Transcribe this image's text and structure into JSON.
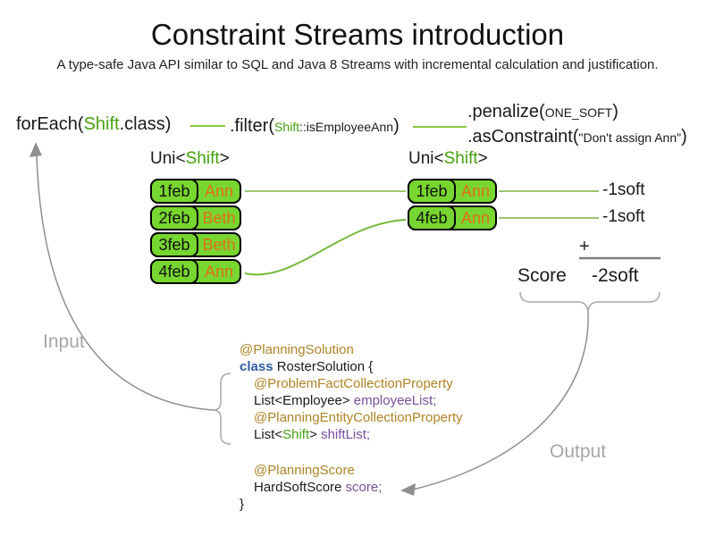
{
  "title": "Constraint Streams introduction",
  "subtitle": "A type-safe Java API similar to SQL and Java 8 Streams with incremental calculation and justification.",
  "pipeline": {
    "forEach": {
      "pre": "forEach(",
      "type": "Shift",
      "post": ".class)"
    },
    "filter": {
      "pre": ".filter(",
      "type": "Shift",
      "method": "::isEmployeeAnn",
      "post": ")"
    },
    "penalize": {
      "pre": ".penalize(",
      "arg": "ONE_SOFT",
      "post": ")"
    },
    "asConstraint": {
      "pre": ".asConstraint(",
      "arg": "\"Don't assign Ann\"",
      "post": ")"
    }
  },
  "streams": {
    "left_label": {
      "pre": "Uni<",
      "type": "Shift",
      "post": ">"
    },
    "right_label": {
      "pre": "Uni<",
      "type": "Shift",
      "post": ">"
    },
    "left_rows": [
      {
        "date": "1feb",
        "name": "Ann"
      },
      {
        "date": "2feb",
        "name": "Beth"
      },
      {
        "date": "3feb",
        "name": "Beth"
      },
      {
        "date": "4feb",
        "name": "Ann"
      }
    ],
    "right_rows": [
      {
        "date": "1feb",
        "name": "Ann"
      },
      {
        "date": "4feb",
        "name": "Ann"
      }
    ],
    "penalties": [
      "-1soft",
      "-1soft"
    ]
  },
  "score_summary": {
    "plus": "+",
    "label": "Score",
    "value": "-2soft"
  },
  "flow": {
    "input": "Input",
    "output": "Output"
  },
  "code": {
    "planning_solution": "@PlanningSolution",
    "class_kw": "class",
    "class_rest": " RosterSolution {",
    "problem_fact_annotation": "@ProblemFactCollectionProperty",
    "employee_list_pre": "List<Employee> ",
    "employee_list_field": "employeeList;",
    "planning_entity_annotation": "@PlanningEntityCollectionProperty",
    "shift_list_pre": "List<",
    "shift_list_type": "Shift",
    "shift_list_mid": "> ",
    "shift_list_field": "shiftList;",
    "planning_score_annotation": "@PlanningScore",
    "score_pre": "HardSoftScore ",
    "score_field": "score;",
    "closing_brace": "}"
  },
  "colors": {
    "box_green": "#77d62f",
    "type_green": "#46a010",
    "employee_orange": "#e0701a",
    "annotation_brown": "#af8324",
    "field_purple": "#7a4fa0",
    "keyword_blue": "#2e5fa3",
    "connector_green": "#8cc63f",
    "flow_gray": "#8f8f8f"
  }
}
